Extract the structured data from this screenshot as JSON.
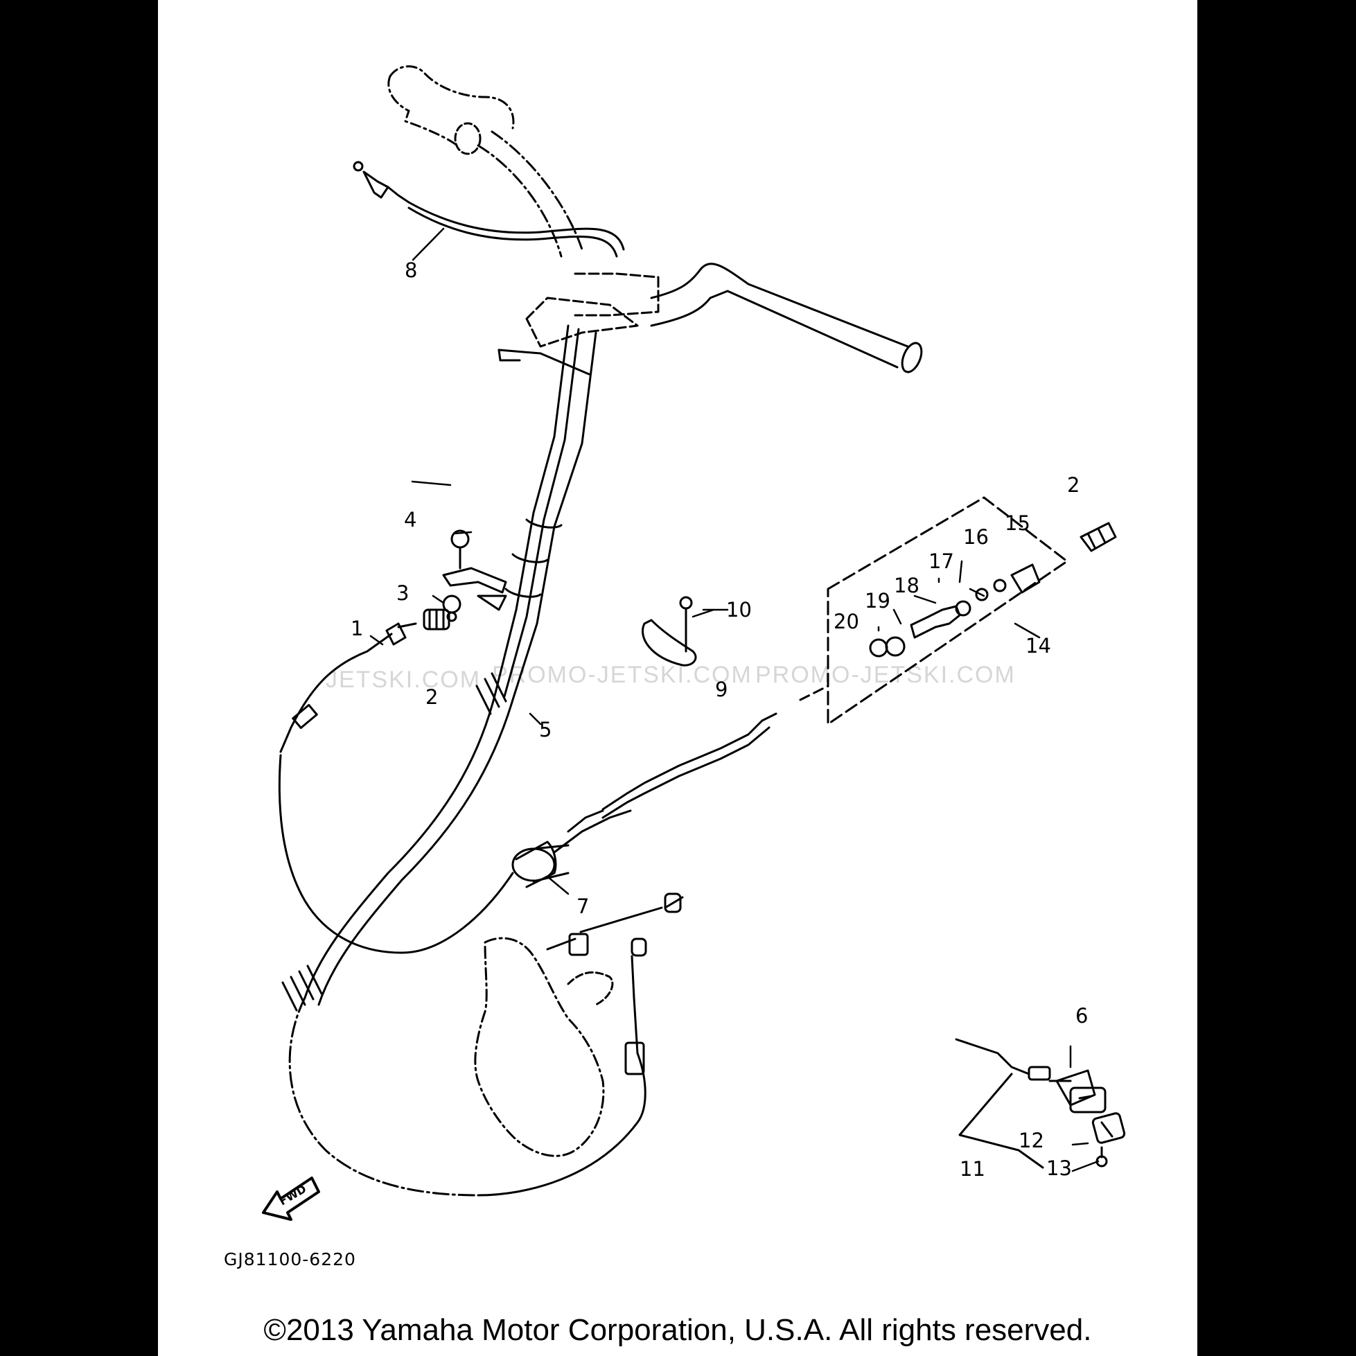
{
  "callouts": {
    "c1": "1",
    "c2a": "2",
    "c2b": "2",
    "c3": "3",
    "c4": "4",
    "c5": "5",
    "c6": "6",
    "c7": "7",
    "c8": "8",
    "c9": "9",
    "c10": "10",
    "c11": "11",
    "c12": "12",
    "c13": "13",
    "c14": "14",
    "c15": "15",
    "c16": "16",
    "c17": "17",
    "c18": "18",
    "c19": "19",
    "c20": "20"
  },
  "fwd_label": "FWD",
  "drawing_code": "GJ81100-6220",
  "watermark": {
    "left": "JETSKI.COM",
    "center": "PROMO-JETSKI.COM",
    "right": "PROMO-JETSKI.COM"
  },
  "copyright": "©2013 Yamaha Motor Corporation, U.S.A. All rights reserved."
}
